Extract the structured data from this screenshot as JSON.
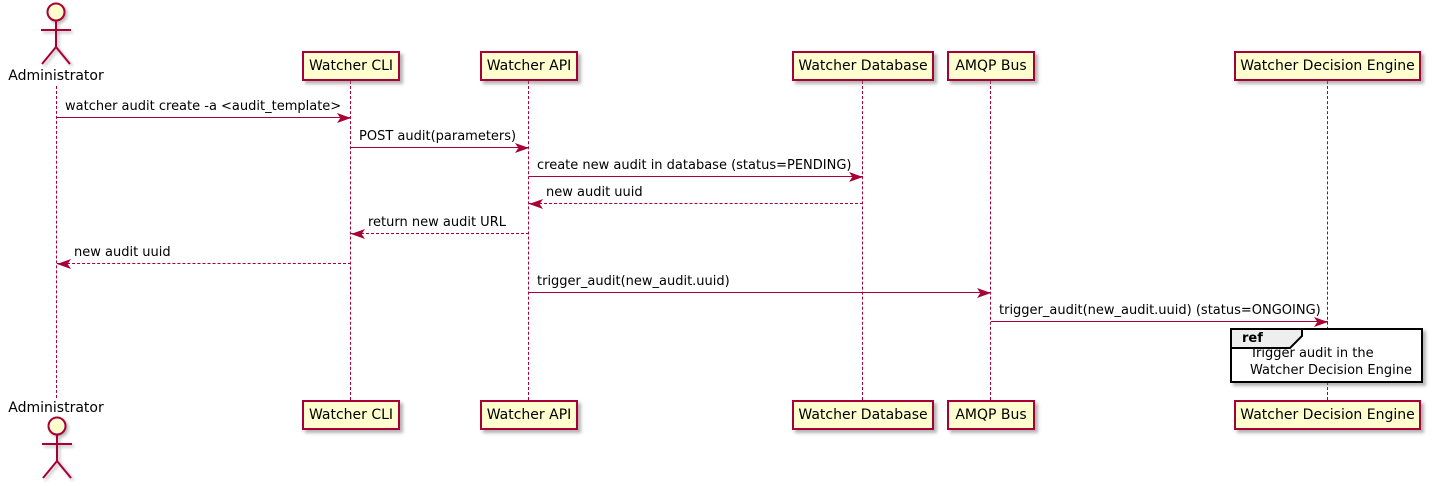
{
  "diagram_type": "plantuml-sequence",
  "colors": {
    "participant_fill": "#FEFECE",
    "participant_border": "#A80036",
    "line_color": "#A80036",
    "text_color": "#000000",
    "ref_border": "#000000",
    "ref_fill": "#FFFFFF",
    "ref_tab_fill": "#EEEEEE"
  },
  "actor": {
    "name": "Administrator"
  },
  "participants": [
    {
      "name": "Watcher CLI"
    },
    {
      "name": "Watcher API"
    },
    {
      "name": "Watcher Database"
    },
    {
      "name": "AMQP Bus"
    },
    {
      "name": "Watcher Decision Engine"
    }
  ],
  "messages": [
    {
      "from": "Administrator",
      "to": "Watcher CLI",
      "label": "watcher audit create -a <audit_template>",
      "line": "solid",
      "direction": "right"
    },
    {
      "from": "Watcher CLI",
      "to": "Watcher API",
      "label": "POST audit(parameters)",
      "line": "solid",
      "direction": "right"
    },
    {
      "from": "Watcher API",
      "to": "Watcher Database",
      "label": "create new audit in database (status=PENDING)",
      "line": "solid",
      "direction": "right"
    },
    {
      "from": "Watcher Database",
      "to": "Watcher API",
      "label": "new audit uuid",
      "line": "dashed",
      "direction": "left"
    },
    {
      "from": "Watcher API",
      "to": "Watcher CLI",
      "label": "return new audit URL",
      "line": "dashed",
      "direction": "left"
    },
    {
      "from": "Watcher CLI",
      "to": "Administrator",
      "label": "new audit uuid",
      "line": "dashed",
      "direction": "left"
    },
    {
      "from": "Watcher API",
      "to": "AMQP Bus",
      "label": "trigger_audit(new_audit.uuid)",
      "line": "solid",
      "direction": "right"
    },
    {
      "from": "AMQP Bus",
      "to": "Watcher Decision Engine",
      "label": "trigger_audit(new_audit.uuid) (status=ONGOING)",
      "line": "solid",
      "direction": "right"
    }
  ],
  "ref": {
    "keyword": "ref",
    "line1": "Trigger audit in the",
    "line2": "Watcher Decision Engine",
    "over": "Watcher Decision Engine"
  }
}
